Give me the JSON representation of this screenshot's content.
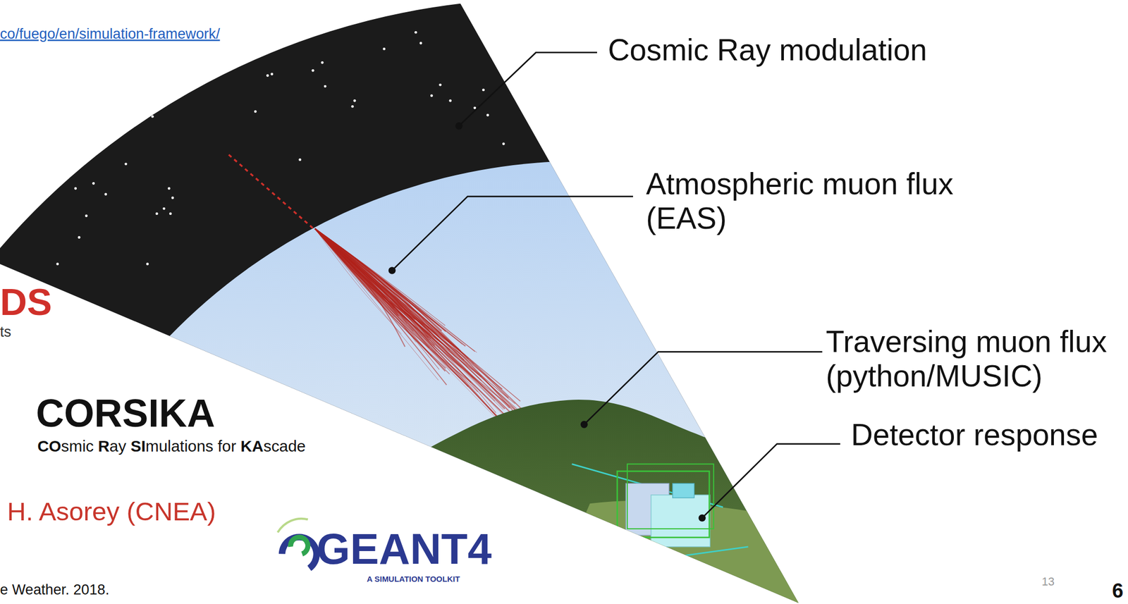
{
  "diagram": {
    "labels": [
      "co/fuego/en/simulation-framework/",
      "Cosmic Ray modulation",
      "Atmospheric muon flux (EAS)",
      "DS",
      "ts",
      "Traversing muon flux (python/MUSIC)",
      "CORSIKA",
      "COsmic Ray SImulations for KAscade",
      "Detector response",
      "H. Asorey (CNEA)",
      "GEANT4",
      "A SIMULATION TOOLKIT",
      "e Weather. 2018.",
      "13",
      "6"
    ]
  }
}
